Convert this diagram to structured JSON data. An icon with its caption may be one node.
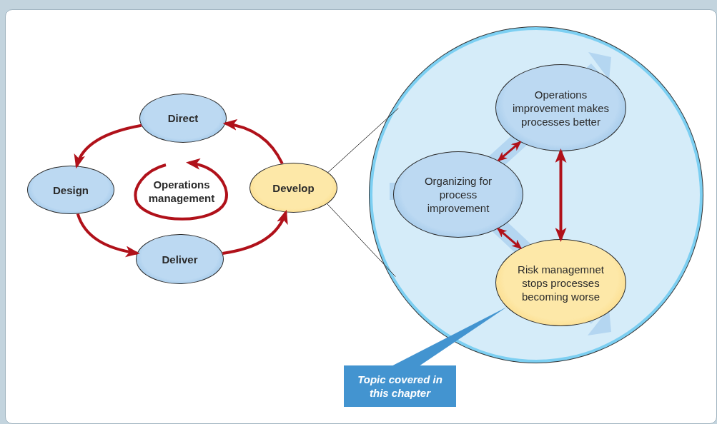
{
  "diagram": {
    "nodes": [
      {
        "text": [
          "Direct"
        ]
      },
      {
        "text": [
          "Design"
        ]
      },
      {
        "text": [
          "Operations management"
        ]
      },
      {
        "text": [
          "Develop"
        ]
      },
      {
        "text": [
          "Deliver"
        ]
      },
      {
        "text": [],
        "shape": "circle"
      },
      {
        "text": [
          "Operations improvement makes processes better"
        ],
        "in": 5
      },
      {
        "text": [
          "Organizing for process improvement"
        ],
        "in": 5
      },
      {
        "text": [
          "Risk managemnet stops processes becoming worse"
        ],
        "in": 5
      },
      {
        "text": [
          "Topic covered in this chapter"
        ]
      }
    ],
    "edges": [
      {
        "from": 3,
        "to": 0,
        "arrow": "to"
      },
      {
        "from": 0,
        "to": 1,
        "arrow": "to"
      },
      {
        "from": 1,
        "to": 4,
        "arrow": "to"
      },
      {
        "from": 4,
        "to": 3,
        "arrow": "to"
      },
      {
        "from": 3,
        "to": 5,
        "arrow": "none",
        "color": "#333333"
      },
      {
        "from": 3,
        "to": 5,
        "arrow": "none",
        "color": "#333333"
      },
      {
        "from": 7,
        "to": 6,
        "arrow": "both"
      },
      {
        "from": 6,
        "to": 8,
        "arrow": "both"
      },
      {
        "from": 7,
        "to": 8,
        "arrow": "both"
      },
      {
        "from": 9,
        "to": 8,
        "arrow": "none",
        "color": "#4394d0"
      }
    ]
  }
}
